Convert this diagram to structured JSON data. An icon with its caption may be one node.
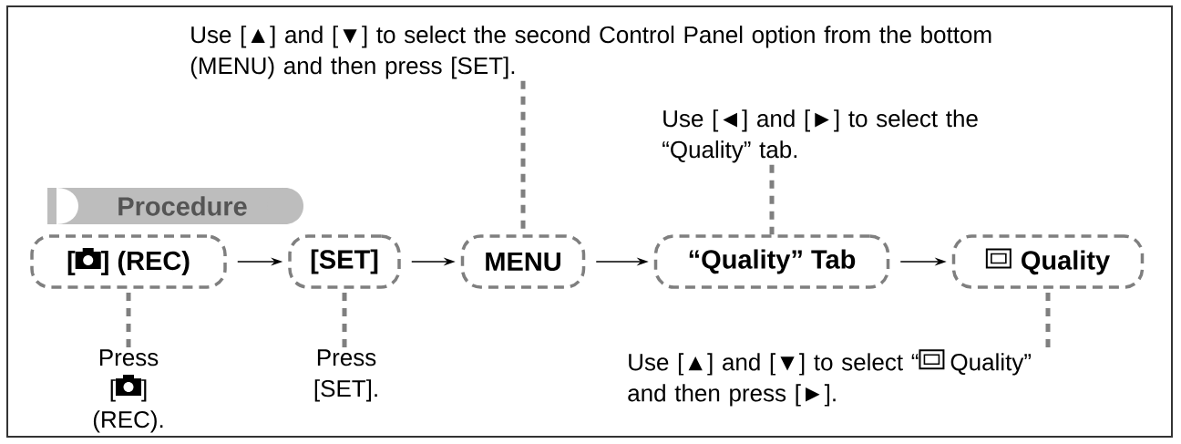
{
  "diagram": {
    "nodes": [
      {
        "text": [
          "Procedure"
        ]
      },
      {
        "text": [
          "[",
          "] (REC)"
        ]
      },
      {
        "text": [
          "[SET]"
        ]
      },
      {
        "text": [
          "MENU"
        ]
      },
      {
        "text": [
          "“Quality” Tab"
        ]
      },
      {
        "text": [
          "Quality"
        ]
      },
      {
        "text": [
          "Use [▲] and [▼] to select the second Control Panel option from the bottom (MENU) and then press [SET]."
        ]
      },
      {
        "text": [
          "Use [◄] and [►] to select the “Quality” tab."
        ]
      },
      {
        "text": [
          "Press [",
          "] (REC)."
        ]
      },
      {
        "text": [
          "Press [SET]."
        ]
      },
      {
        "text": [
          "Use [▲] and [▼] to select “",
          "Quality” and then press [►]."
        ]
      }
    ],
    "edges": [
      {
        "from": 1,
        "to": 2,
        "arrow": "to",
        "color": "#000000"
      },
      {
        "from": 2,
        "to": 3,
        "arrow": "to",
        "color": "#000000"
      },
      {
        "from": 3,
        "to": 4,
        "arrow": "to",
        "color": "#000000"
      },
      {
        "from": 4,
        "to": 5,
        "arrow": "to",
        "color": "#000000"
      },
      {
        "from": 6,
        "to": 3,
        "arrow": "none",
        "style": "dashed",
        "color": "#7f7f7f"
      },
      {
        "from": 7,
        "to": 4,
        "arrow": "none",
        "style": "dashed",
        "color": "#7f7f7f"
      },
      {
        "from": 8,
        "to": 1,
        "arrow": "none",
        "style": "dashed",
        "color": "#7f7f7f"
      },
      {
        "from": 9,
        "to": 2,
        "arrow": "none",
        "style": "dashed",
        "color": "#7f7f7f"
      },
      {
        "from": 10,
        "to": 5,
        "arrow": "none",
        "style": "dashed",
        "color": "#7f7f7f"
      }
    ]
  }
}
